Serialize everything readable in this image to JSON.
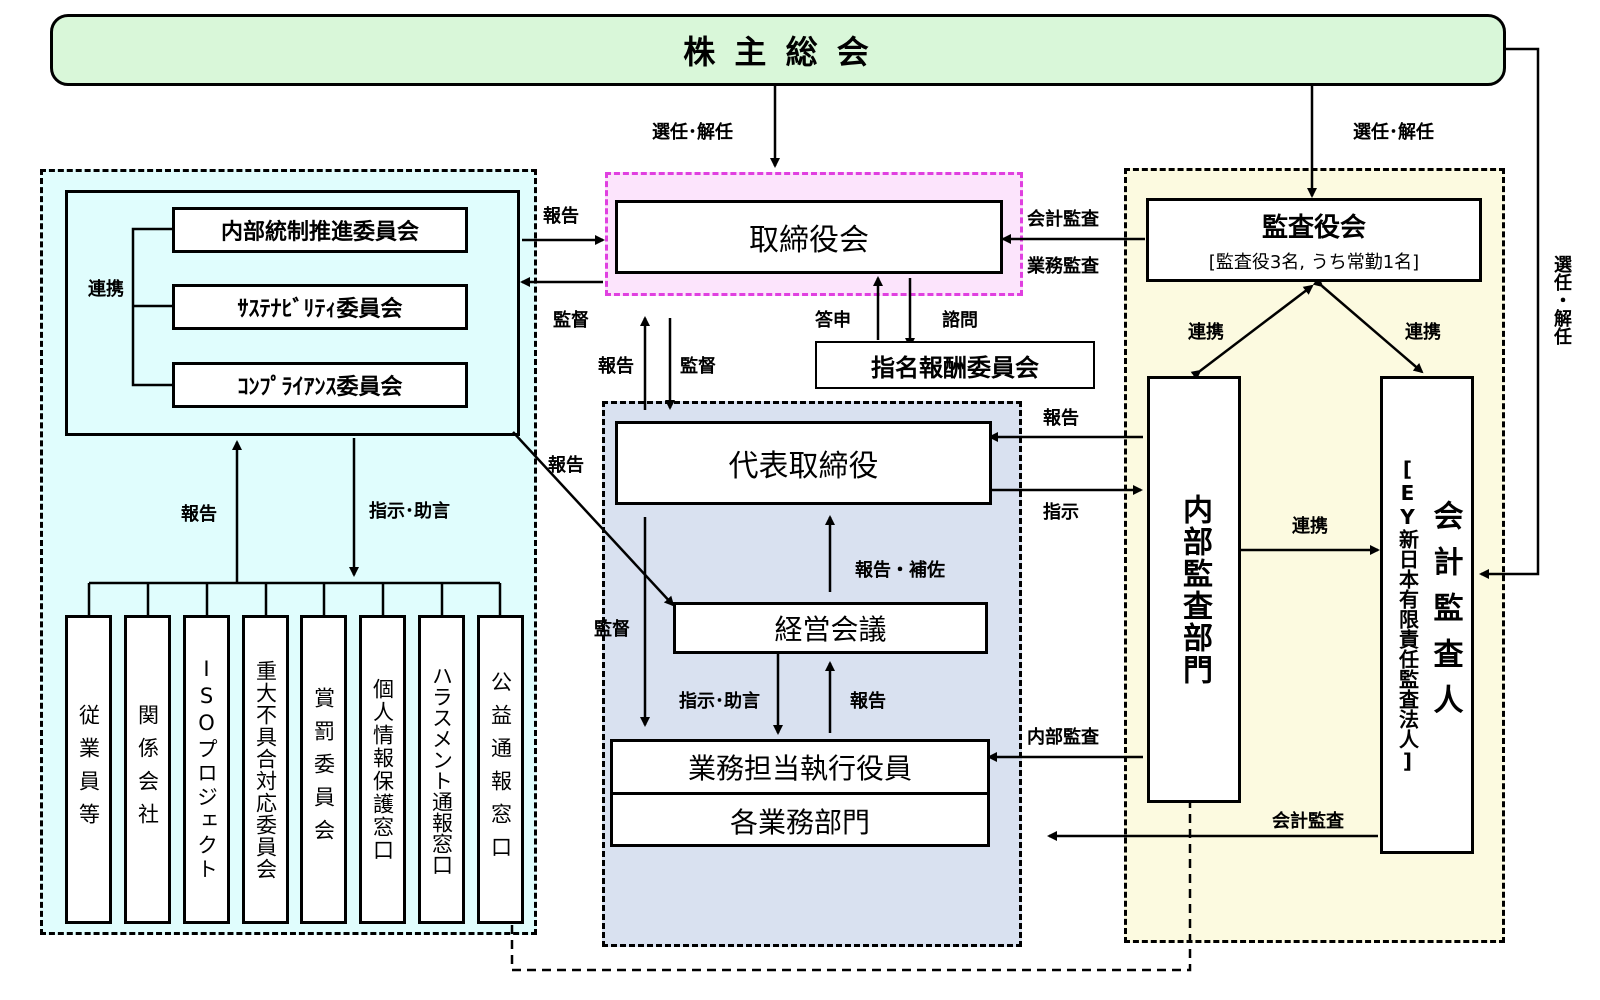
{
  "shareholders_meeting": "株 主 総 会",
  "board": "取締役会",
  "audit_board": {
    "title": "監査役会",
    "subtitle": "[監査役3名, うち常勤1名]"
  },
  "nomination_committee": "指名報酬委員会",
  "representative_director": "代表取締役",
  "management_meeting": "経営会議",
  "executive_officers": "業務担当執行役員",
  "business_departments": "各業務部門",
  "internal_audit_dept": "内部監査部門",
  "accounting_auditor": {
    "title": "会計監査人",
    "subtitle": "[EY新日本有限責任監査法人]"
  },
  "committees": [
    "内部統制推進委員会",
    "ｻｽﾃﾅﾋﾞﾘﾃｨ委員会",
    "ｺﾝﾌﾟﾗｲｱﾝｽ委員会"
  ],
  "sub_bodies": [
    "従業員等",
    "関係会社",
    "ISOプロジェクト",
    "重大不具合対応委員会",
    "賞罰委員会",
    "個人情報保護窓口",
    "ハラスメント通報窓口",
    "公益通報窓口"
  ],
  "labels": {
    "appoint_dismiss_board": "選任･解任",
    "appoint_dismiss_auditors": "選任･解任",
    "appoint_dismiss_accounting": "選任・解任",
    "cooperation_committees": "連携",
    "report_to_board": "報告",
    "supervision_committees": "監督",
    "accounting_audit_board": "会計監査",
    "operations_audit_board": "業務監査",
    "answer": "答申",
    "consultation": "諮問",
    "report_rep_to_board": "報告",
    "supervision_board_to_rep": "監督",
    "cooperation_audit_internal": "連携",
    "cooperation_audit_accounting": "連携",
    "report_internal_to_rep": "報告",
    "instruction_rep_to_internal": "指示",
    "report_committees_to_mgmt": "報告",
    "report_sub_to_committees": "報告",
    "instruction_advice_committees": "指示･助言",
    "cooperation_internal_accounting": "連携",
    "report_assist": "報告・補佐",
    "supervision_rep_to_exec": "監督",
    "instruction_advice_mgmt": "指示･助言",
    "report_exec_to_mgmt": "報告",
    "internal_audit": "内部監査",
    "accounting_audit_exec": "会計監査"
  },
  "colors": {
    "shareholders_fill": "#d9f7d9",
    "board_region_fill": "#fce4fc",
    "committee_region_fill": "#e0fdfd",
    "committee_inner_fill": "#e0fdfd",
    "exec_region_fill": "#d9e1f0",
    "audit_region_fill": "#fcfae0"
  }
}
